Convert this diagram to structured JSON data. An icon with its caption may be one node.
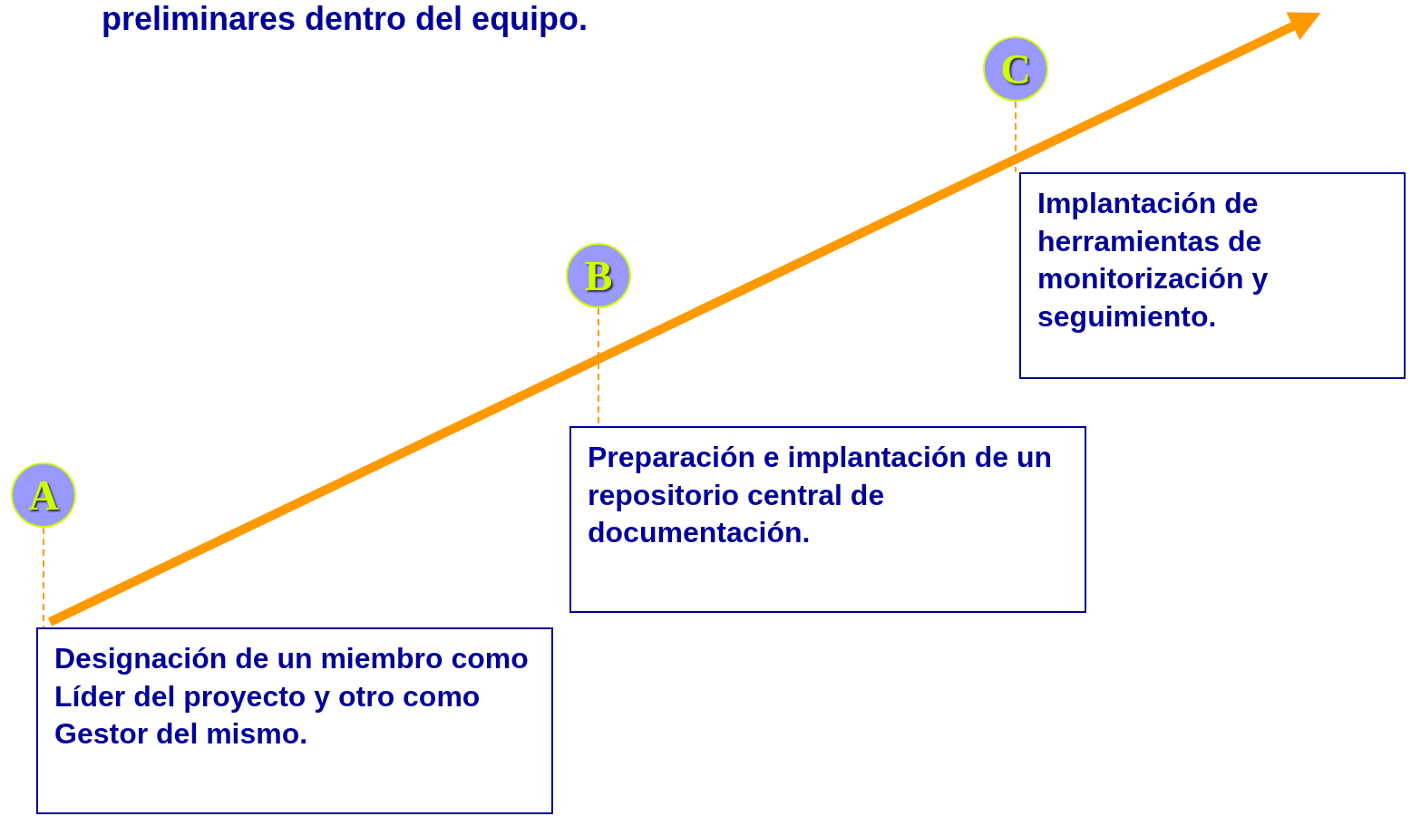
{
  "diagram": {
    "title": "preliminares dentro del equipo.",
    "nodes": [
      {
        "text": [
          "A"
        ]
      },
      {
        "text": [
          "Designación de un miembro como Líder del proyecto y otro como Gestor del mismo."
        ]
      },
      {
        "text": [
          "B"
        ]
      },
      {
        "text": [
          "Preparación e implantación de un repositorio central de documentación."
        ]
      },
      {
        "text": [
          "C"
        ]
      },
      {
        "text": [
          "Implantación de herramientas de monitorización y seguimiento."
        ]
      }
    ],
    "edges": [
      {
        "from": 0,
        "to": 1,
        "arrow": "none",
        "style": "dashed",
        "color": "#ff9900"
      },
      {
        "from": 2,
        "to": 3,
        "arrow": "none",
        "style": "dashed",
        "color": "#ff9900"
      },
      {
        "from": 4,
        "to": 5,
        "arrow": "none",
        "style": "dashed",
        "color": "#ff9900"
      }
    ]
  }
}
